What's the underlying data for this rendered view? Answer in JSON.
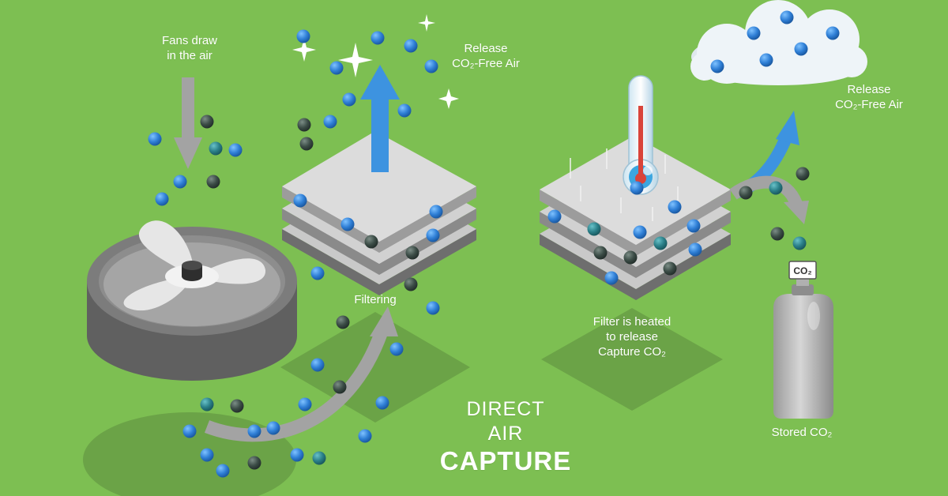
{
  "labels": {
    "fans": "Fans draw\nin the air",
    "release_left": "Release\nCO₂-Free Air",
    "release_right": "Release\nCO₂-Free Air",
    "filtering": "Filtering",
    "heated": "Filter is heated\nto release\nCapture CO₂",
    "stored": "Stored CO₂",
    "tank_tag": "CO₂"
  },
  "title": {
    "line1": "DIRECT",
    "line2": "AIR",
    "line3": "CAPTURE"
  },
  "colors": {
    "background": "#7dbf52",
    "ground_shadow": "#6ba347",
    "gray_arrow": "#a3a3a3",
    "blue_arrow": "#3d93e0",
    "blue_molecule": "#2f7fd6",
    "teal_molecule": "#2a7f88",
    "dark_molecule": "#3b4c46",
    "plate_top": "#d7d7d7",
    "plate_side": "#8f8f8f",
    "thermometer_red": "#d9443a"
  }
}
